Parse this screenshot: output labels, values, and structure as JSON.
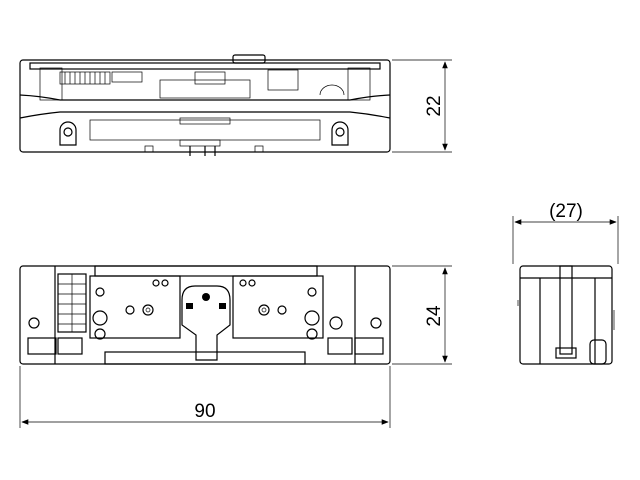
{
  "drawing": {
    "colors": {
      "line": "#000000",
      "background": "#ffffff"
    },
    "dimensions": {
      "top_view_height": "22",
      "front_view_height": "24",
      "overall_width": "90",
      "side_view_depth": "(27)"
    }
  }
}
